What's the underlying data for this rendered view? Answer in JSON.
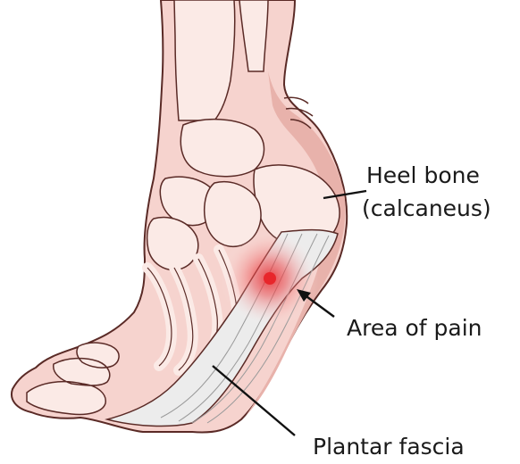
{
  "diagram": {
    "labels": {
      "heel_bone_line1": "Heel bone",
      "heel_bone_line2": "(calcaneus)",
      "area_of_pain": "Area of pain",
      "plantar_fascia": "Plantar fascia"
    },
    "colors": {
      "skin": "#f6d3ce",
      "skin_shadow": "#e8b2ab",
      "bone": "#fbeae6",
      "outline": "#5a2a26",
      "fascia": "#ececec",
      "pain": "#e8262b",
      "leader": "#111111"
    }
  }
}
